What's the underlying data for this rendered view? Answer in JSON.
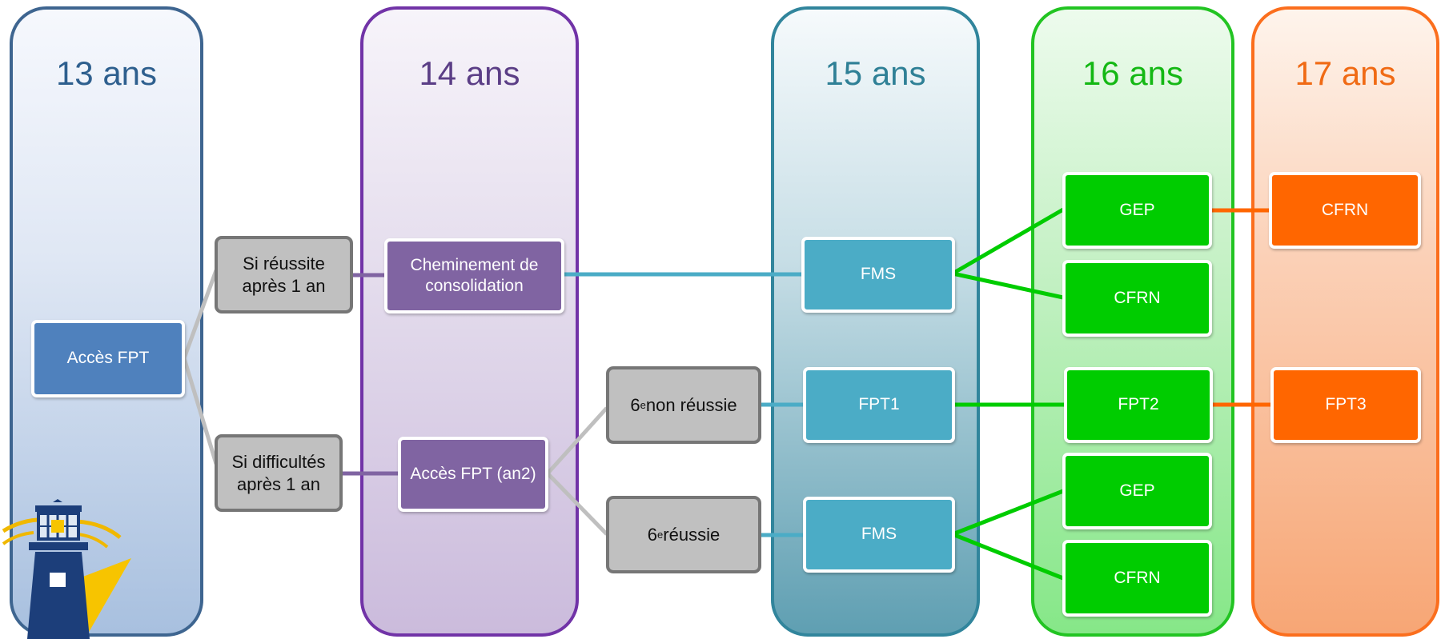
{
  "columns": [
    {
      "id": "col13",
      "title": "13 ans",
      "color": "#3e6590"
    },
    {
      "id": "col14",
      "title": "14 ans",
      "color": "#7133a7"
    },
    {
      "id": "col15",
      "title": "15 ans",
      "color": "#31859c"
    },
    {
      "id": "col16",
      "title": "16 ans",
      "color": "#22c422"
    },
    {
      "id": "col17",
      "title": "17 ans",
      "color": "#fb6e1d"
    }
  ],
  "nodes": {
    "acces_fpt": "Accès FPT",
    "si_reussite": "Si réussite\naprès 1 an",
    "si_difficultes": "Si difficultés\naprès 1 an",
    "cheminement": "Cheminement de\nconsolidation",
    "acces_fpt_an2": "Accès FPT (an2)",
    "sixieme_non_reussie": {
      "sup": "e",
      "prefix": "6",
      "suffix": " non réussie"
    },
    "sixieme_reussie": {
      "sup": "e",
      "prefix": "6",
      "suffix": " réussie"
    },
    "fms_top": "FMS",
    "fpt1": "FPT1",
    "fms_bottom": "FMS",
    "gep_top": "GEP",
    "cfrn_top": "CFRN",
    "fpt2": "FPT2",
    "gep_bottom": "GEP",
    "cfrn_bottom": "CFRN",
    "cfrn_17": "CFRN",
    "fpt3": "FPT3"
  },
  "colors": {
    "blue_box": "#4f81bd",
    "purple_box": "#8064a2",
    "cyan_box": "#4bacc6",
    "green_box": "#00cc00",
    "orange_box": "#ff6600",
    "grey_box": "#c0c0c0"
  },
  "logo": {
    "icon": "lighthouse-icon"
  }
}
